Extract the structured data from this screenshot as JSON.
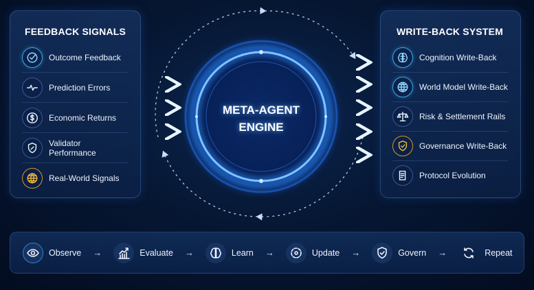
{
  "feedback": {
    "title": "FEEDBACK SIGNALS",
    "items": [
      {
        "label": "Outcome Feedback",
        "icon": "check-circle-icon"
      },
      {
        "label": "Prediction Errors",
        "icon": "pulse-icon"
      },
      {
        "label": "Economic Returns",
        "icon": "dollar-icon"
      },
      {
        "label": "Validator Performance",
        "icon": "shield-icon"
      },
      {
        "label": "Real-World Signals",
        "icon": "globe-icon"
      }
    ]
  },
  "engine": {
    "line1": "META-AGENT",
    "line2": "ENGINE"
  },
  "writeback": {
    "title": "WRITE-BACK SYSTEM",
    "items": [
      {
        "label": "Cognition Write-Back",
        "icon": "brain-icon"
      },
      {
        "label": "World Model Write-Back",
        "icon": "globe-icon"
      },
      {
        "label": "Risk & Settlement Rails",
        "icon": "scales-icon"
      },
      {
        "label": "Governance Write-Back",
        "icon": "shield-check-icon"
      },
      {
        "label": "Protocol Evolution",
        "icon": "document-icon"
      }
    ]
  },
  "cycle": {
    "steps": [
      "Observe",
      "Evaluate",
      "Learn",
      "Update",
      "Govern",
      "Repeat"
    ],
    "arrow": "→"
  },
  "colors": {
    "accent": "#3aa6e6",
    "gold": "#f0b43a",
    "background": "#061733"
  }
}
